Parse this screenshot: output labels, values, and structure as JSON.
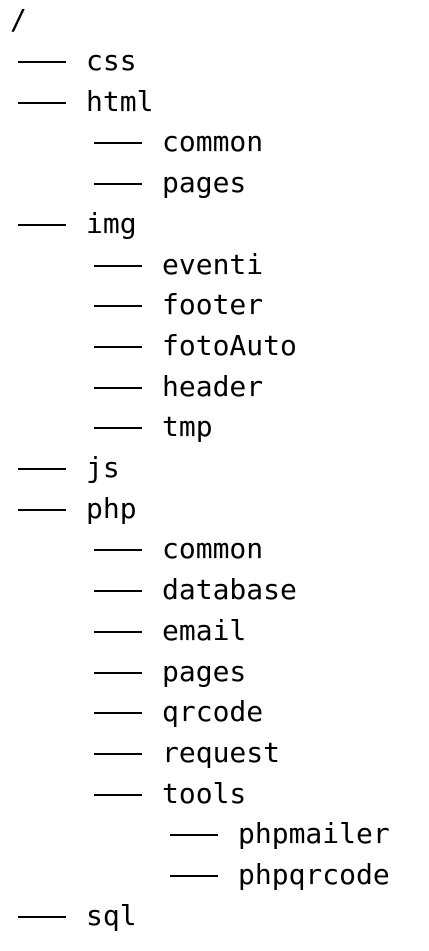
{
  "tree": {
    "root": "/",
    "children": [
      {
        "name": "css"
      },
      {
        "name": "html",
        "children": [
          {
            "name": "common"
          },
          {
            "name": "pages"
          }
        ]
      },
      {
        "name": "img",
        "children": [
          {
            "name": "eventi"
          },
          {
            "name": "footer"
          },
          {
            "name": "fotoAuto"
          },
          {
            "name": "header"
          },
          {
            "name": "tmp"
          }
        ]
      },
      {
        "name": "js"
      },
      {
        "name": "php",
        "children": [
          {
            "name": "common"
          },
          {
            "name": "database"
          },
          {
            "name": "email"
          },
          {
            "name": "pages"
          },
          {
            "name": "qrcode"
          },
          {
            "name": "request"
          },
          {
            "name": "tools",
            "children": [
              {
                "name": "phpmailer"
              },
              {
                "name": "phpqrcode"
              }
            ]
          }
        ]
      },
      {
        "name": "sql"
      }
    ]
  }
}
